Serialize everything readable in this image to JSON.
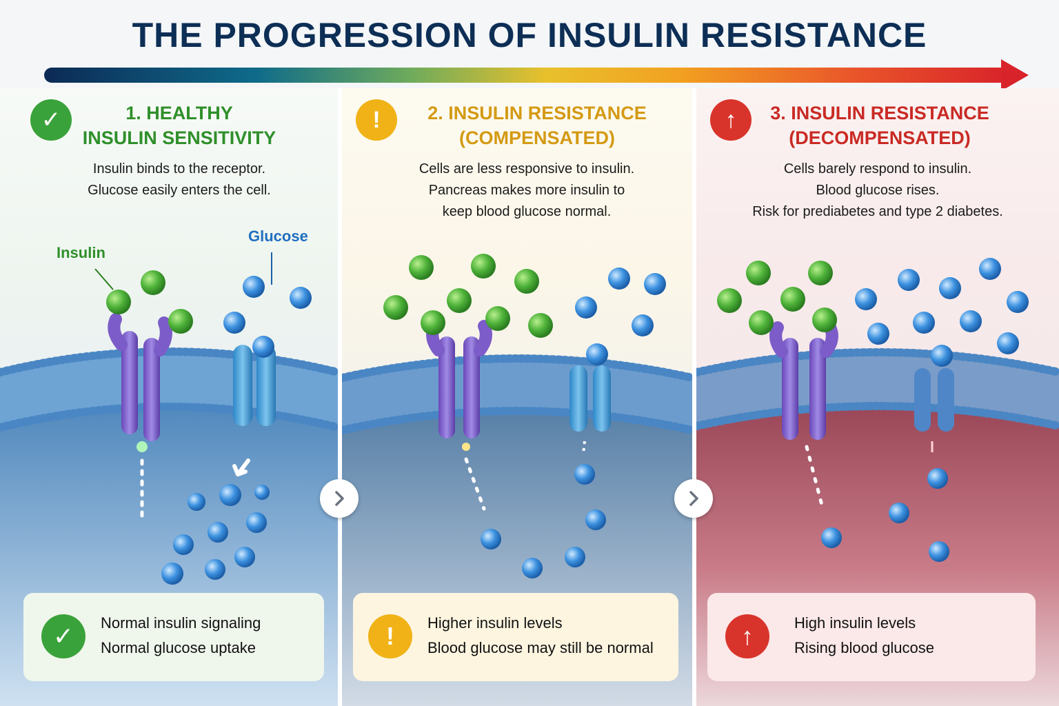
{
  "title": "THE PROGRESSION OF INSULIN RESISTANCE",
  "colors": {
    "healthy": "#3aa23a",
    "compensated": "#f0b216",
    "decompensated": "#d9342b",
    "insulin": "#55b840",
    "glucose": "#3b8fdc",
    "receptor": "#7c5cc8"
  },
  "stages": [
    {
      "icon": "check-icon",
      "title_line1": "1. HEALTHY",
      "title_line2": "INSULIN SENSITIVITY",
      "desc": [
        "Insulin binds to the receptor.",
        "Glucose easily enters the cell."
      ],
      "result": [
        "Normal insulin signaling",
        "Normal glucose uptake"
      ]
    },
    {
      "icon": "exclamation-icon",
      "title_line1": "2. INSULIN RESISTANCE",
      "title_line2": "(COMPENSATED)",
      "desc": [
        "Cells are less responsive to insulin.",
        "Pancreas makes more insulin to",
        "keep blood glucose normal."
      ],
      "result": [
        "Higher insulin levels",
        "Blood glucose may still be normal"
      ]
    },
    {
      "icon": "up-arrow-icon",
      "title_line1": "3. INSULIN RESISTANCE",
      "title_line2": "(DECOMPENSATED)",
      "desc": [
        "Cells barely respond to insulin.",
        "Blood glucose rises.",
        "Risk for prediabetes and type 2 diabetes."
      ],
      "result": [
        "High insulin levels",
        "Rising blood glucose"
      ]
    }
  ],
  "labels": {
    "insulin": "Insulin",
    "glucose": "Glucose"
  }
}
